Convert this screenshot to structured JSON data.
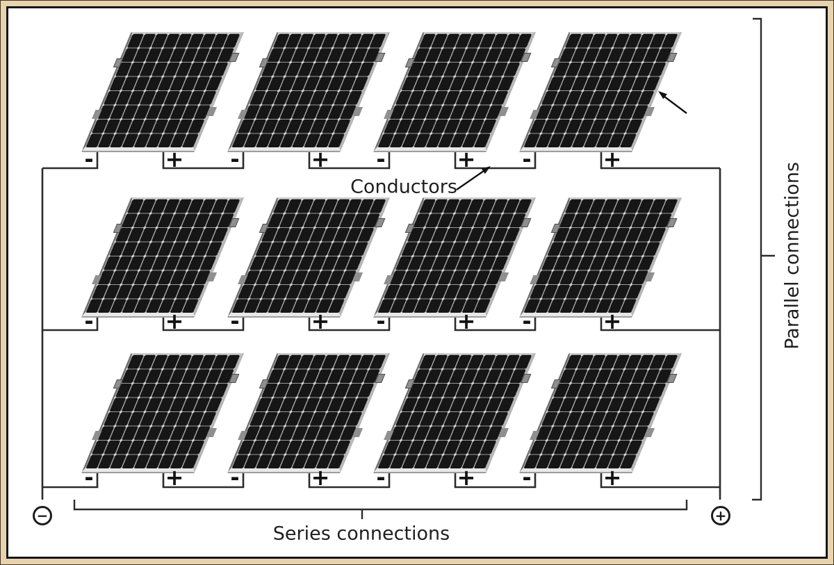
{
  "labels": {
    "conductors": "Conductors",
    "series_connections": "Series connections",
    "parallel_connections": "Parallel connections",
    "panel_minus": "-",
    "panel_plus": "+",
    "output_minus": "−",
    "output_plus": "+"
  },
  "array": {
    "rows": 3,
    "panels_per_row": 4,
    "total_panels": 12
  },
  "colors": {
    "frame_tan": "#e8d3ae",
    "frame_border": "#161616",
    "wire": "#2b2b2b",
    "panel_cell": "#161616",
    "panel_grid_line": "#b0b0b0",
    "background": "#ffffff"
  }
}
